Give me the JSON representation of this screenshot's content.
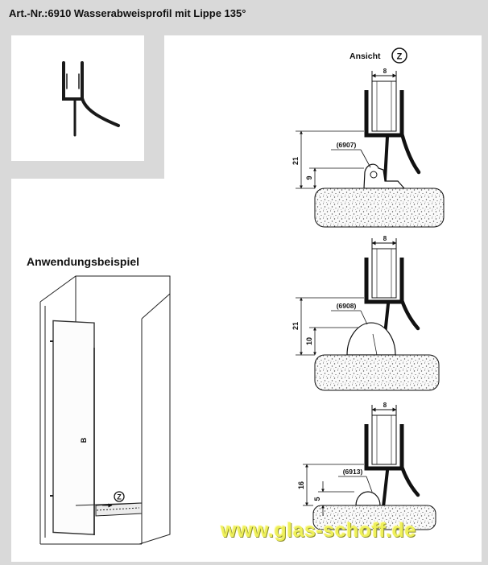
{
  "header": {
    "title": "Art.-Nr.:6910 Wasserabweisprofil mit Lippe 135°"
  },
  "example": {
    "title": "Anwendungsbeispiel",
    "label_b": "B",
    "label_z": "Z"
  },
  "view": {
    "label": "Ansicht",
    "marker": "Z"
  },
  "details": [
    {
      "part": "6907",
      "width": "8",
      "height_total": "21",
      "height_part": "9"
    },
    {
      "part": "6908",
      "width": "8",
      "height_total": "21",
      "height_part": "10"
    },
    {
      "part": "6913",
      "width": "8",
      "height_total": "16",
      "height_part": "5"
    }
  ],
  "watermark": "www.glas-schoff.de",
  "colors": {
    "background": "#d9d9d9",
    "panel": "#ffffff",
    "profile": "#1a1a1a",
    "watermark": "#eef05a"
  }
}
